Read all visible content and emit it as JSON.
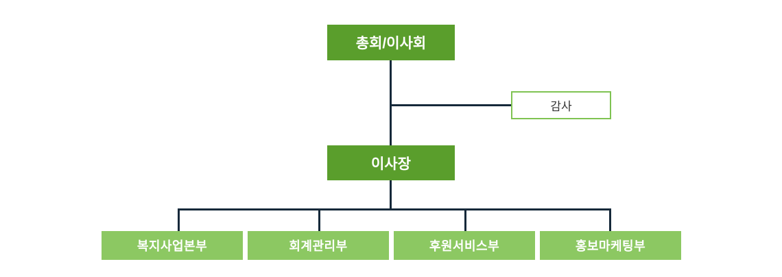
{
  "diagram": {
    "type": "org-chart",
    "nodes": {
      "top": {
        "label": "총회/이사회"
      },
      "audit": {
        "label": "감사"
      },
      "chairman": {
        "label": "이사장"
      },
      "departments": [
        {
          "label": "복지사업본부"
        },
        {
          "label": "회계관리부"
        },
        {
          "label": "후원서비스부"
        },
        {
          "label": "홍보마케팅부"
        }
      ]
    }
  },
  "colors": {
    "background": "#ffffff",
    "box_primary": "#5a9e2c",
    "box_secondary": "#8cc862",
    "audit_border": "#7fc352",
    "connector": "#16293a",
    "text_on_green": "#ffffff",
    "audit_text": "#333333"
  }
}
